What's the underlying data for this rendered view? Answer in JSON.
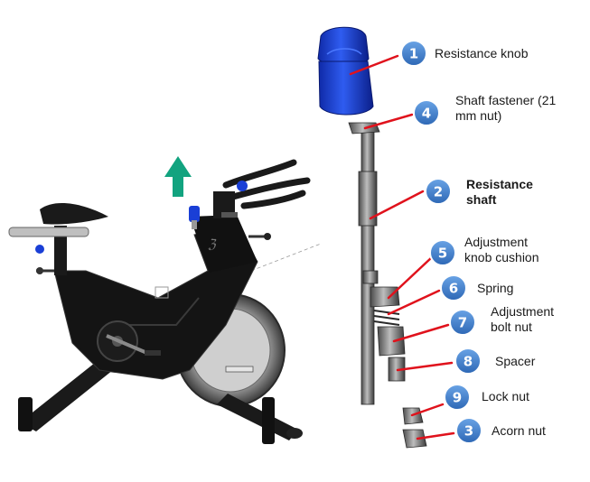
{
  "colors": {
    "knob_blue": "#1a3fd6",
    "badge_blue": "#3f7fcc",
    "leader_red": "#e0121c",
    "arrow_green": "#12a37f",
    "frame_black": "#141414"
  },
  "icons": {
    "direction": "up-arrow-icon"
  },
  "callouts": [
    {
      "number": "1",
      "label": "Resistance knob",
      "bold": false
    },
    {
      "number": "4",
      "label": "Shaft fastener (21 mm nut)",
      "bold": false
    },
    {
      "number": "2",
      "label": "Resistance shaft",
      "bold": true
    },
    {
      "number": "5",
      "label": "Adjustment knob cushion",
      "bold": false
    },
    {
      "number": "6",
      "label": "Spring",
      "bold": false
    },
    {
      "number": "7",
      "label": "Adjustment bolt nut",
      "bold": false
    },
    {
      "number": "8",
      "label": "Spacer",
      "bold": false
    },
    {
      "number": "9",
      "label": "Lock nut",
      "bold": false
    },
    {
      "number": "3",
      "label": "Acorn nut",
      "bold": false
    }
  ]
}
